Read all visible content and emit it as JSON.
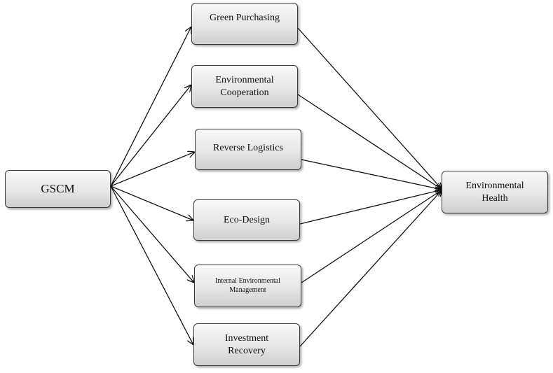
{
  "diagram": {
    "source": {
      "label": "GSCM"
    },
    "mediators": [
      {
        "label": "Green Purchasing"
      },
      {
        "label": "Environmental Cooperation"
      },
      {
        "label": "Reverse Logistics"
      },
      {
        "label": "Eco-Design"
      },
      {
        "label": "Internal Environmental Management"
      },
      {
        "label": "Investment Recovery"
      }
    ],
    "target": {
      "label": "Environmental Health"
    }
  }
}
